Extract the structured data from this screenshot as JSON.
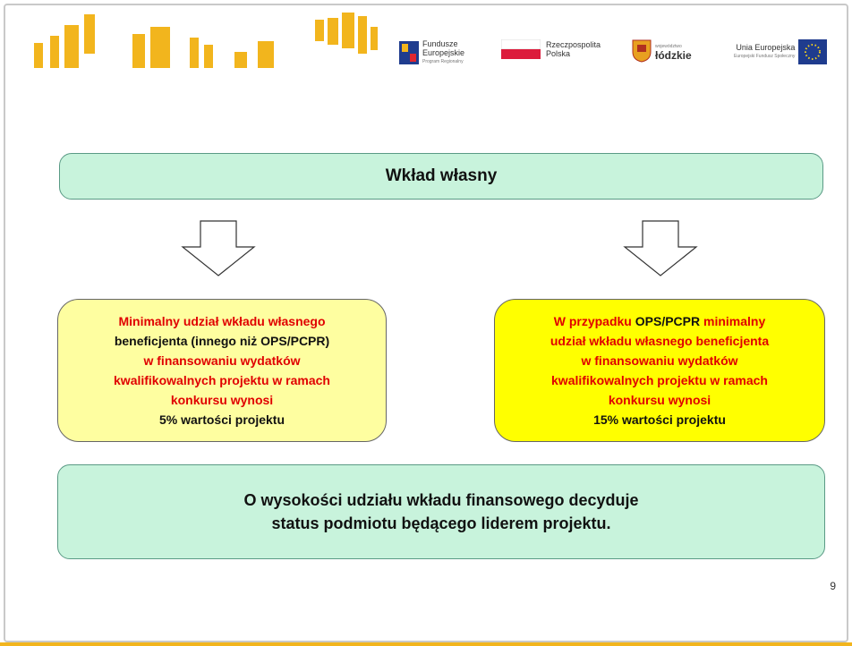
{
  "header": {
    "logos": [
      {
        "line1": "Fundusze",
        "line2": "Europejskie",
        "sub": "Program Regionalny"
      },
      {
        "line1": "Rzeczpospolita",
        "line2": "Polska"
      },
      {
        "small": "województwo",
        "name": "łódzkie"
      },
      {
        "name": "Unia Europejska",
        "sub": "Europejski Fundusz Społeczny"
      }
    ]
  },
  "top_box": {
    "title": "Wkład własny"
  },
  "left_box": {
    "l1": "Minimalny udział wkładu własnego",
    "l2": "beneficjenta (innego niż OPS/PCPR)",
    "l3": "w finansowaniu wydatków",
    "l4": "kwalifikowalnych projektu w ramach",
    "l5": "konkursu wynosi",
    "l6": "5% wartości projektu"
  },
  "right_box": {
    "l1a": "W przypadku ",
    "l1b": "OPS/PCPR",
    "l1c": " minimalny",
    "l2": "udział wkładu własnego beneficjenta",
    "l3": "w finansowaniu wydatków",
    "l4": "kwalifikowalnych projektu w ramach",
    "l5": "konkursu wynosi",
    "l6": "15% wartości projektu"
  },
  "bottom_box": {
    "line1": "O wysokości udziału wkładu finansowego decyduje",
    "line2": "status podmiotu będącego liderem projektu."
  },
  "page_number": "9",
  "colors": {
    "accent": "#f2b51d",
    "box_green": "#c8f3dc",
    "left_fill": "#fefea0",
    "right_fill": "#ffff00",
    "red_text": "#e00000"
  }
}
